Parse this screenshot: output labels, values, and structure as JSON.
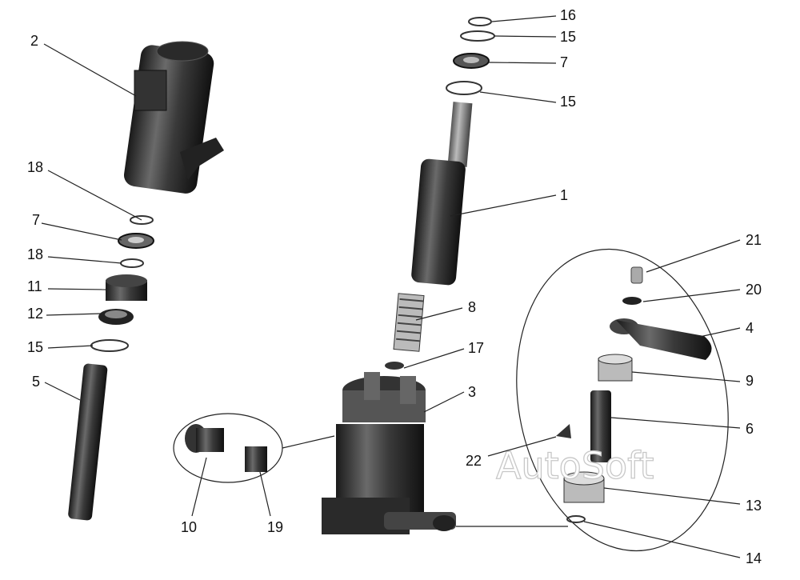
{
  "labels": {
    "n1": "1",
    "n2": "2",
    "n3": "3",
    "n4": "4",
    "n5": "5",
    "n6": "6",
    "n7a": "7",
    "n7b": "7",
    "n8": "8",
    "n9": "9",
    "n10": "10",
    "n11": "11",
    "n12": "12",
    "n13": "13",
    "n14": "14",
    "n15a": "15",
    "n15b": "15",
    "n15c": "15",
    "n16": "16",
    "n17": "17",
    "n18a": "18",
    "n18b": "18",
    "n19": "19",
    "n20": "20",
    "n21": "21",
    "n22": "22"
  },
  "watermark": "AutoSoft"
}
